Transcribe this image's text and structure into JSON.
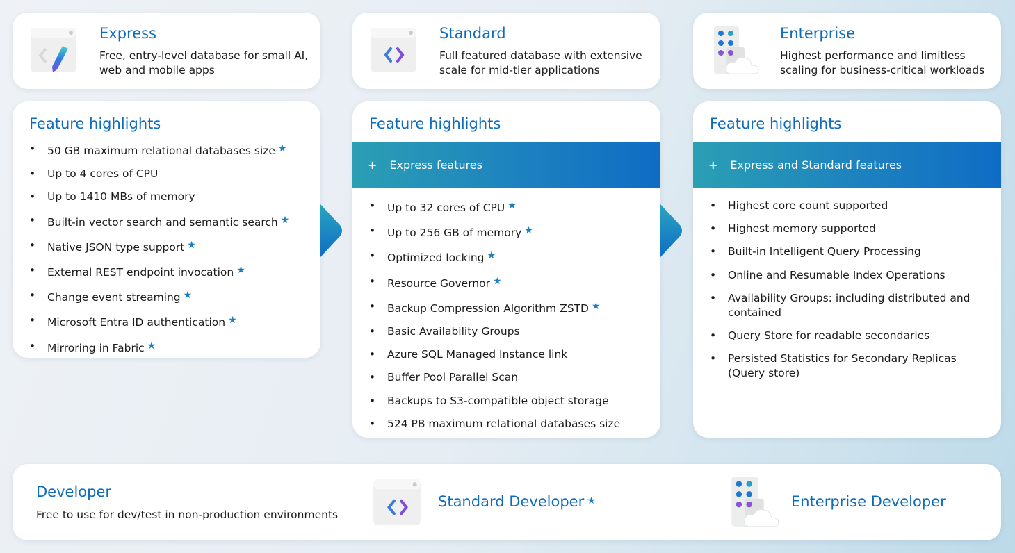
{
  "editions": [
    {
      "title": "Express",
      "desc": "Free, entry-level database for small AI, web and mobile apps",
      "icon": "pen-window-icon"
    },
    {
      "title": "Standard",
      "desc": "Full featured database with extensive scale for mid-tier applications",
      "icon": "code-window-icon"
    },
    {
      "title": "Enterprise",
      "desc": "Highest performance and limitless scaling for business-critical workloads",
      "icon": "building-cloud-icon"
    }
  ],
  "features": [
    {
      "heading": "Feature highlights",
      "banner": null,
      "items": [
        {
          "text": "50 GB maximum relational databases size",
          "star": true
        },
        {
          "text": "Up to 4 cores of CPU",
          "star": false
        },
        {
          "text": "Up to 1410 MBs of memory",
          "star": false
        },
        {
          "text": "Built-in vector search and semantic search",
          "star": true
        },
        {
          "text": "Native JSON type support",
          "star": true
        },
        {
          "text": "External REST endpoint invocation",
          "star": true
        },
        {
          "text": "Change event streaming",
          "star": true
        },
        {
          "text": "Microsoft Entra ID authentication",
          "star": true
        },
        {
          "text": "Mirroring in Fabric",
          "star": true
        }
      ]
    },
    {
      "heading": "Feature highlights",
      "banner": "Express features",
      "items": [
        {
          "text": "Up to 32 cores of CPU",
          "star": true
        },
        {
          "text": "Up to 256 GB of memory",
          "star": true
        },
        {
          "text": "Optimized locking",
          "star": true
        },
        {
          "text": "Resource Governor",
          "star": true
        },
        {
          "text": "Backup Compression Algorithm ZSTD",
          "star": true
        },
        {
          "text": "Basic Availability Groups",
          "star": false
        },
        {
          "text": "Azure SQL Managed Instance link",
          "star": false
        },
        {
          "text": "Buffer Pool Parallel Scan",
          "star": false
        },
        {
          "text": "Backups to S3-compatible object storage",
          "star": false
        },
        {
          "text": "524 PB maximum relational databases size",
          "star": false
        }
      ]
    },
    {
      "heading": "Feature highlights",
      "banner": "Express and Standard features",
      "items": [
        {
          "text": "Highest core count supported",
          "star": false
        },
        {
          "text": "Highest memory supported",
          "star": false
        },
        {
          "text": "Built-in Intelligent Query Processing",
          "star": false
        },
        {
          "text": "Online and Resumable Index Operations",
          "star": false
        },
        {
          "text": "Availability Groups: including distributed and contained",
          "star": false
        },
        {
          "text": "Query Store for readable secondaries",
          "star": false
        },
        {
          "text": "Persisted Statistics for Secondary Replicas (Query store)",
          "star": false
        }
      ]
    }
  ],
  "developer": {
    "title": "Developer",
    "desc": "Free to use for dev/test in non-production environments",
    "standard": "Standard Developer",
    "enterprise": "Enterprise Developer"
  },
  "star_glyph": "★",
  "plus_glyph": "+",
  "colors": {
    "title": "#0f6cbd",
    "star": "#1a7fbf",
    "banner_start": "#2b9fb4",
    "banner_end": "#0f6cc4"
  }
}
